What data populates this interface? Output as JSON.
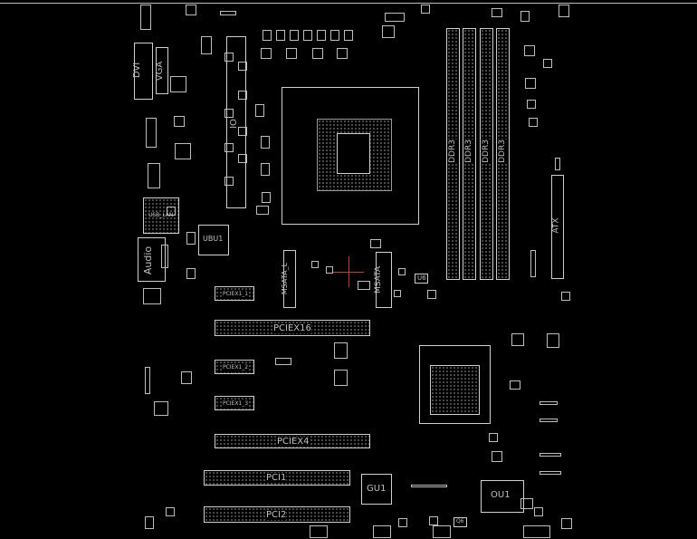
{
  "board": {
    "connectors": {
      "dvi": "DVI",
      "vga": "VGA",
      "usb_lan": "USB_LAN",
      "audio": "Audio",
      "atx": "ATX",
      "io_chip": "IO"
    },
    "memory_slots": [
      "DDR3",
      "DDR3",
      "DDR3",
      "DDR3"
    ],
    "chips": {
      "ubu1": "UBU1",
      "gu1": "GU1",
      "ou1": "OU1",
      "u6": "U6",
      "q": "Q6"
    },
    "storage": {
      "msata_l": "MSATA_L",
      "msata": "MSATA"
    },
    "expansion_slots": {
      "pciex1_1": "PCIEX1_1",
      "pciex16": "PCIEX16",
      "pciex1_2": "PCIEX1_2",
      "pciex1_3": "PCIEX1_3",
      "pciex4": "PCIEX4",
      "pci1": "PCI1",
      "pci2": "PCI2"
    },
    "colors": {
      "background": "#000000",
      "outline": "#cfcfcf",
      "cursor": "#c04040"
    }
  }
}
